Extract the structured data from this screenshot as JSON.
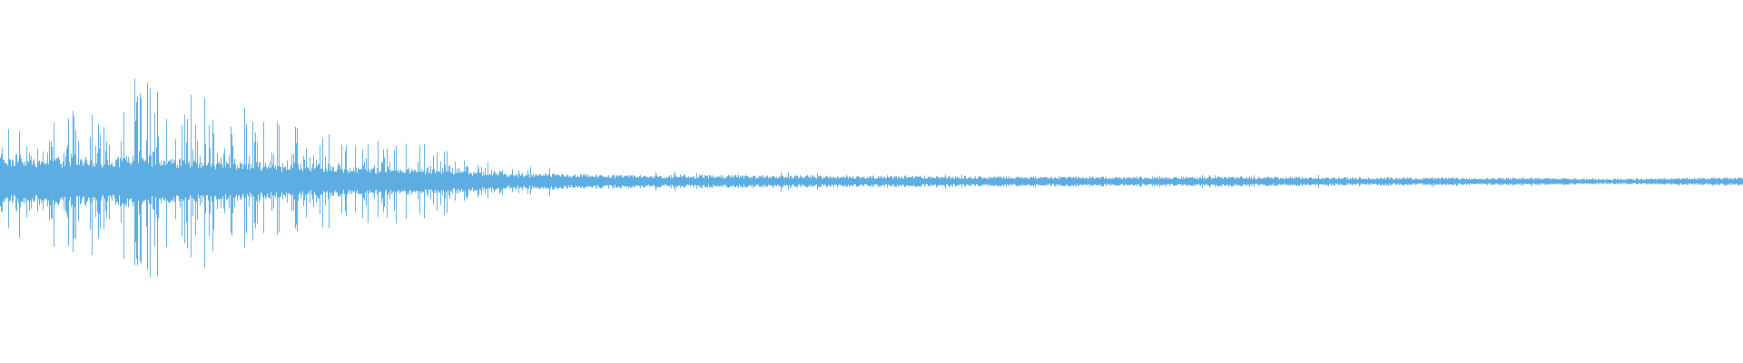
{
  "waveform": {
    "color": "#5dade2",
    "background": "#ffffff",
    "shape": "decaying-audio-envelope",
    "envelope_profile": [
      {
        "t": 0.0,
        "peak": 0.6,
        "body": 0.17
      },
      {
        "t": 0.03,
        "peak": 0.68,
        "body": 0.18
      },
      {
        "t": 0.06,
        "peak": 0.72,
        "body": 0.18
      },
      {
        "t": 0.085,
        "peak": 0.98,
        "body": 0.19
      },
      {
        "t": 0.11,
        "peak": 0.82,
        "body": 0.17
      },
      {
        "t": 0.135,
        "peak": 0.68,
        "body": 0.15
      },
      {
        "t": 0.16,
        "peak": 0.55,
        "body": 0.13
      },
      {
        "t": 0.19,
        "peak": 0.46,
        "body": 0.11
      },
      {
        "t": 0.22,
        "peak": 0.4,
        "body": 0.1
      },
      {
        "t": 0.25,
        "peak": 0.36,
        "body": 0.09
      },
      {
        "t": 0.27,
        "peak": 0.3,
        "body": 0.08
      },
      {
        "t": 0.29,
        "peak": 0.15,
        "body": 0.06
      },
      {
        "t": 0.35,
        "peak": 0.1,
        "body": 0.05
      },
      {
        "t": 0.45,
        "peak": 0.09,
        "body": 0.045
      },
      {
        "t": 0.55,
        "peak": 0.07,
        "body": 0.04
      },
      {
        "t": 0.65,
        "peak": 0.055,
        "body": 0.035
      },
      {
        "t": 0.72,
        "peak": 0.065,
        "body": 0.035
      },
      {
        "t": 0.8,
        "peak": 0.05,
        "body": 0.03
      },
      {
        "t": 0.88,
        "peak": 0.045,
        "body": 0.028
      },
      {
        "t": 0.92,
        "peak": 0.03,
        "body": 0.02
      },
      {
        "t": 0.96,
        "peak": 0.04,
        "body": 0.025
      },
      {
        "t": 1.0,
        "peak": 0.05,
        "body": 0.03
      }
    ]
  }
}
